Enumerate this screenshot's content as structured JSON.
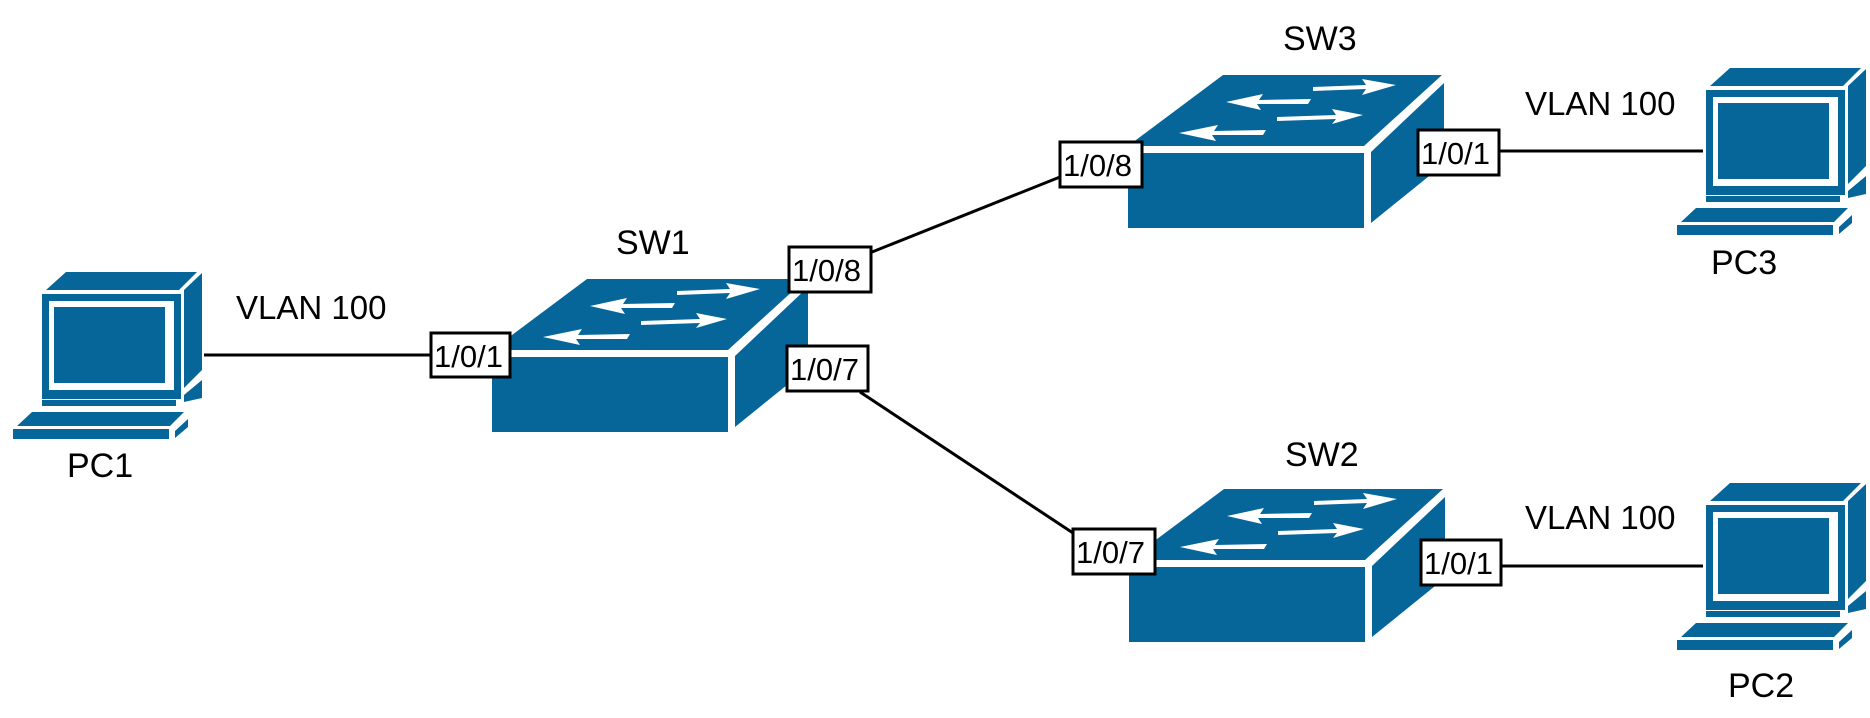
{
  "diagram": {
    "title": "",
    "icon_color": "#066699",
    "line_color": "#000000",
    "devices": [
      {
        "id": "PC1",
        "type": "pc",
        "label": "PC1"
      },
      {
        "id": "SW1",
        "type": "switch",
        "label": "SW1"
      },
      {
        "id": "SW2",
        "type": "switch",
        "label": "SW2"
      },
      {
        "id": "SW3",
        "type": "switch",
        "label": "SW3"
      },
      {
        "id": "PC2",
        "type": "pc",
        "label": "PC2"
      },
      {
        "id": "PC3",
        "type": "pc",
        "label": "PC3"
      }
    ],
    "links": [
      {
        "from": "PC1",
        "to": "SW1",
        "to_port": "1/0/1",
        "vlan": "VLAN 100"
      },
      {
        "from": "SW1",
        "from_port": "1/0/8",
        "to": "SW3",
        "to_port": "1/0/8"
      },
      {
        "from": "SW1",
        "from_port": "1/0/7",
        "to": "SW2",
        "to_port": "1/0/7"
      },
      {
        "from": "SW3",
        "from_port": "1/0/1",
        "to": "PC3",
        "vlan": "VLAN 100"
      },
      {
        "from": "SW2",
        "from_port": "1/0/1",
        "to": "PC2",
        "vlan": "VLAN 100"
      }
    ]
  },
  "labels": {
    "pc1": "PC1",
    "pc2": "PC2",
    "pc3": "PC3",
    "sw1": "SW1",
    "sw2": "SW2",
    "sw3": "SW3",
    "vlan_pc1": "VLAN 100",
    "vlan_pc3": "VLAN 100",
    "vlan_pc2": "VLAN 100",
    "sw1_port_pc1": "1/0/1",
    "sw1_port_sw3": "1/0/8",
    "sw1_port_sw2": "1/0/7",
    "sw3_port_sw1": "1/0/8",
    "sw3_port_pc3": "1/0/1",
    "sw2_port_sw1": "1/0/7",
    "sw2_port_pc2": "1/0/1"
  }
}
